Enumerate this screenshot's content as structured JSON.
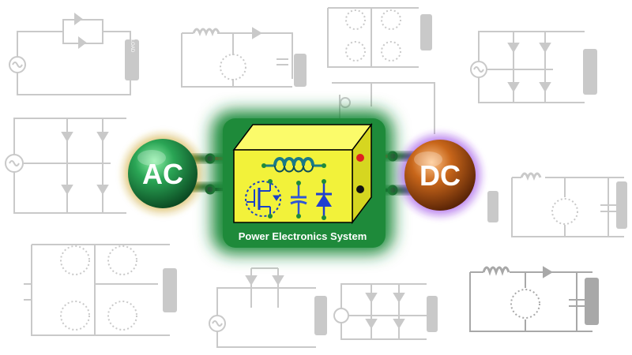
{
  "ac_label": "AC",
  "dc_label": "DC",
  "system_label": "Power Electronics System",
  "load_label": "LOAD",
  "colors": {
    "background": "#ffffff",
    "faint_circuit": "#c9c9c9",
    "ac_sphere": "#1f8f45",
    "ac_glow": "#c9a020",
    "dc_sphere": "#b85a16",
    "dc_glow": "#8a2be2",
    "box_front": "#f2f23a",
    "box_top": "#fbfb6a",
    "box_side": "#d6d620",
    "box_glow": "#1e8a3a",
    "inductor": "#1a7a86",
    "capacitor": "#2f56d6",
    "diode": "#1f3fcf",
    "wire_red": "#e02020",
    "wire_black": "#111111"
  },
  "icons": [
    "ac-source-icon",
    "inductor-icon",
    "mosfet-icon",
    "capacitor-icon",
    "diode-icon",
    "load-icon"
  ]
}
